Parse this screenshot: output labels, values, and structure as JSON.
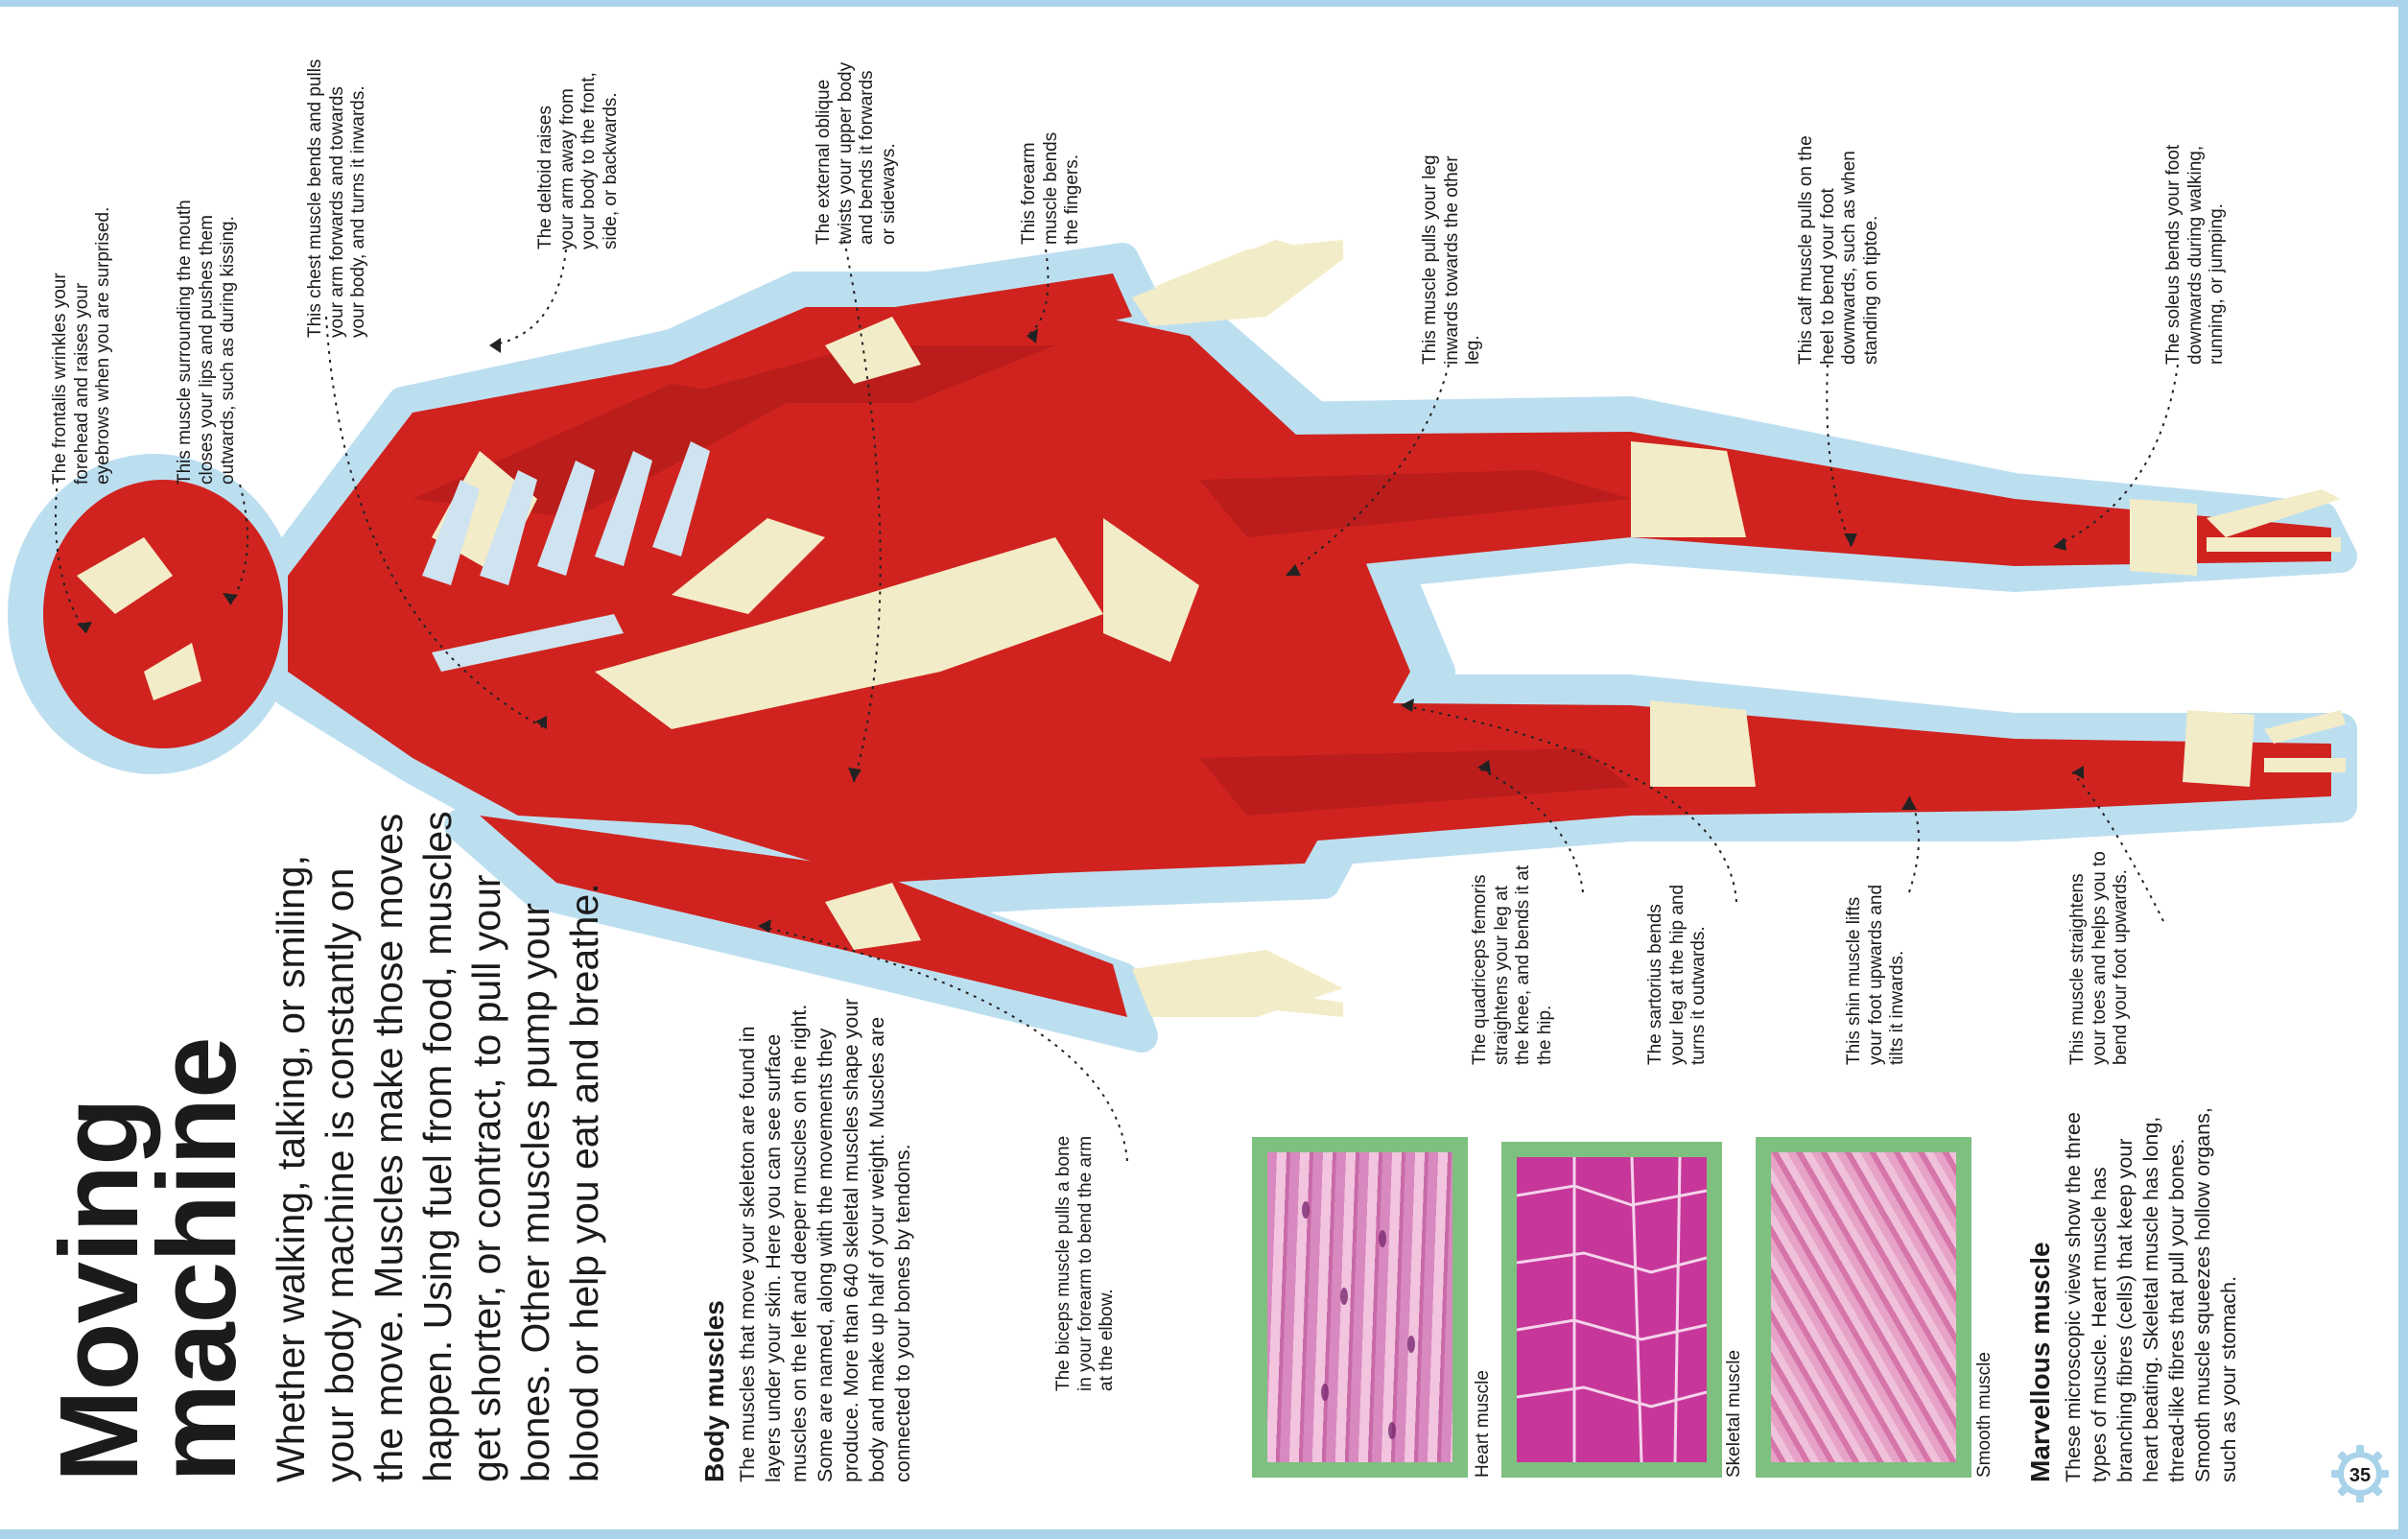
{
  "page": {
    "title_line1": "Moving",
    "title_line2": "machine",
    "intro": "Whether walking, talking, or smiling, your body machine is constantly on the move. Muscles make those moves happen. Using fuel from food, muscles get shorter, or contract, to pull your bones. Other muscles pump your blood or help you eat and breathe.",
    "page_number": "35"
  },
  "body_muscles": {
    "heading": "Body muscles",
    "text": "The muscles that move your skeleton are found in layers under your skin. Here you can see surface muscles on the left and deeper muscles on the right. Some are named, along with the movements they produce. More than 640 skeletal muscles shape your body and make up half of your weight. Muscles are connected to your bones by tendons."
  },
  "marvellous_muscle": {
    "heading": "Marvellous muscle",
    "text": "These microscopic views show the three types of muscle. Heart muscle has branching fibres (cells) that keep your heart beating. Skeletal muscle has long, thread-like fibres that pull your bones. Smooth muscle squeezes hollow organs, such as your stomach."
  },
  "micrographs": [
    {
      "caption": "Heart muscle"
    },
    {
      "caption": "Skeletal muscle"
    },
    {
      "caption": "Smooth muscle"
    }
  ],
  "annotations": {
    "frontalis": "The frontalis wrinkles your forehead and raises your eyebrows when you are surprised.",
    "orbicularis": "This muscle surrounding the mouth closes your lips and pushes them outwards, such as during kissing.",
    "pectoral": "This chest muscle bends and pulls your arm forwards and towards your body, and turns it inwards.",
    "deltoid": "The deltoid raises your arm away from your body to the front, side, or backwards.",
    "oblique": "The external oblique twists your upper body and bends it forwards or sideways.",
    "forearm": "This forearm muscle bends the fingers.",
    "adductor": "This muscle pulls your leg inwards towards the other leg.",
    "calf": "This calf muscle pulls on the heel to bend your foot downwards, such as when standing on tiptoe.",
    "soleus": "The soleus bends your foot downwards during walking, running, or jumping.",
    "biceps": "The biceps muscle pulls a bone in your forearm to bend the arm at the elbow.",
    "quadriceps": "The quadriceps femoris straightens your leg at the knee, and bends it at the hip.",
    "sartorius": "The sartorius bends your leg at the hip and turns it outwards.",
    "shin": "This shin muscle lifts your foot upwards and tilts it inwards.",
    "toes": "This muscle straightens your toes and helps you to bend your foot upwards."
  },
  "colors": {
    "muscle": "#d0231f",
    "muscle_dark": "#a81a18",
    "tendon": "#f3ecc8",
    "shadow_halo": "#bcdff0",
    "slide_frame": "#7ec07f",
    "frame": "#a9d3ea"
  }
}
